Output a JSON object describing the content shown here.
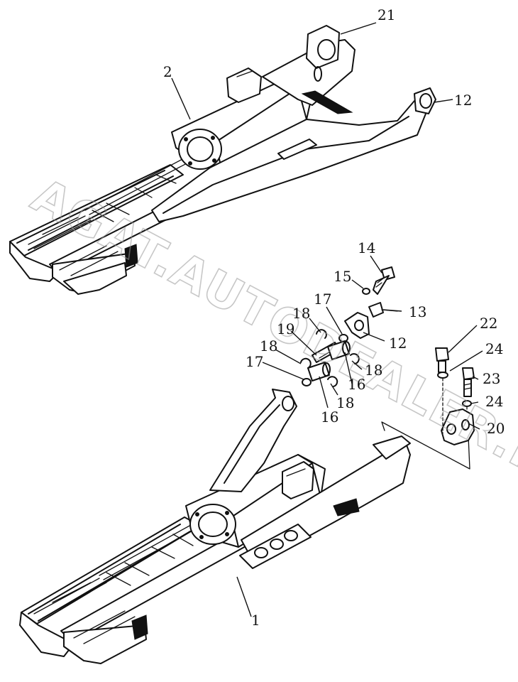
{
  "watermark": "AGAT.AUTODEALER.RU",
  "callouts": {
    "c21": "21",
    "c2": "2",
    "c12_top": "12",
    "c14": "14",
    "c15": "15",
    "c13": "13",
    "c17_a": "17",
    "c18_a": "18",
    "c12_mid": "12",
    "c19": "19",
    "c18_b": "18",
    "c16_a": "16",
    "c18_c": "18",
    "c17_b": "17",
    "c18_d": "18",
    "c16_b": "16",
    "c22": "22",
    "c24_a": "24",
    "c23": "23",
    "c24_b": "24",
    "c20": "20",
    "c1": "1"
  }
}
